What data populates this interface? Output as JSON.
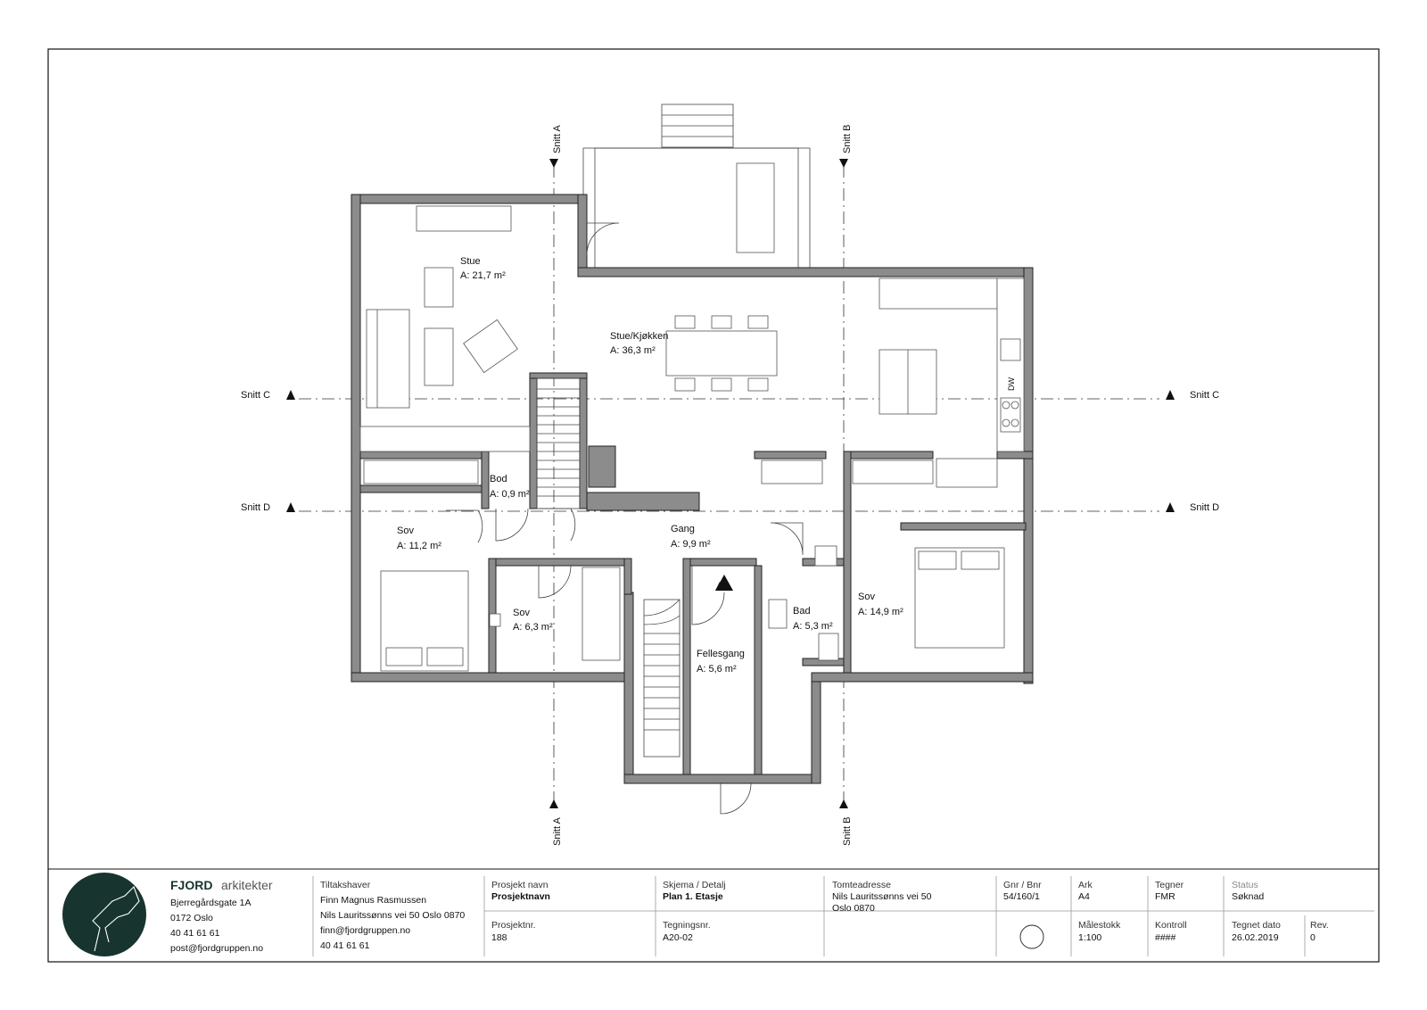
{
  "rooms": [
    {
      "name": "Stue",
      "area": "A: 21,7 m²"
    },
    {
      "name": "Stue/Kjøkken",
      "area": "A: 36,3 m²"
    },
    {
      "name": "Bod",
      "area": "A: 0,9 m²"
    },
    {
      "name": "Sov",
      "area": "A: 11,2 m²"
    },
    {
      "name": "Gang",
      "area": "A: 9,9 m²"
    },
    {
      "name": "Sov",
      "area": "A: 6,3 m²"
    },
    {
      "name": "Fellesgang",
      "area": "A: 5,6 m²"
    },
    {
      "name": "Bad",
      "area": "A: 5,3 m²"
    },
    {
      "name": "Sov",
      "area": "A: 14,9 m²"
    }
  ],
  "sections": {
    "a": "Snitt A",
    "b": "Snitt B",
    "c": "Snitt C",
    "d": "Snitt D"
  },
  "fixtures": {
    "dishwasher": "DW"
  },
  "titleblock": {
    "logo_word": "FJORD",
    "logo_sub": "arkitekter",
    "company_address1": "Bjerregårdsgate 1A",
    "company_address2": "0172 Oslo",
    "company_phone": "40 41 61 61",
    "company_email": "post@fjordgruppen.no",
    "tiltakshaver_label": "Tiltakshaver",
    "tiltakshaver_name": "Finn Magnus Rasmussen",
    "tiltakshaver_address": "Nils Lauritssønns vei 50 Oslo 0870",
    "tiltakshaver_email": "finn@fjordgruppen.no",
    "tiltakshaver_phone": "40 41 61 61",
    "prosjekt_navn_label": "Prosjekt navn",
    "prosjekt_navn": "Prosjektnavn",
    "prosjektnr_label": "Prosjektnr.",
    "prosjektnr": "188",
    "skjema_label": "Skjema / Detalj",
    "skjema": "Plan 1. Etasje",
    "tegningsnr_label": "Tegningsnr.",
    "tegningsnr": "A20-02",
    "tomteadresse_label": "Tomteadresse",
    "tomteadresse1": "Nils Lauritssønns vei 50",
    "tomteadresse2": "Oslo 0870",
    "gnr_label": "Gnr / Bnr",
    "gnr": "54/160/1",
    "ark_label": "Ark",
    "ark": "A4",
    "malestokk_label": "Målestokk",
    "malestokk": "1:100",
    "tegner_label": "Tegner",
    "tegner": "FMR",
    "kontroll_label": "Kontroll",
    "kontroll": "####",
    "status_label": "Status",
    "status": "Søknad",
    "tegnet_dato_label": "Tegnet dato",
    "tegnet_dato": "26.02.2019",
    "rev_label": "Rev.",
    "rev": "0"
  },
  "colors": {
    "wall": "#8c8c8c",
    "logo": "#17342e"
  }
}
